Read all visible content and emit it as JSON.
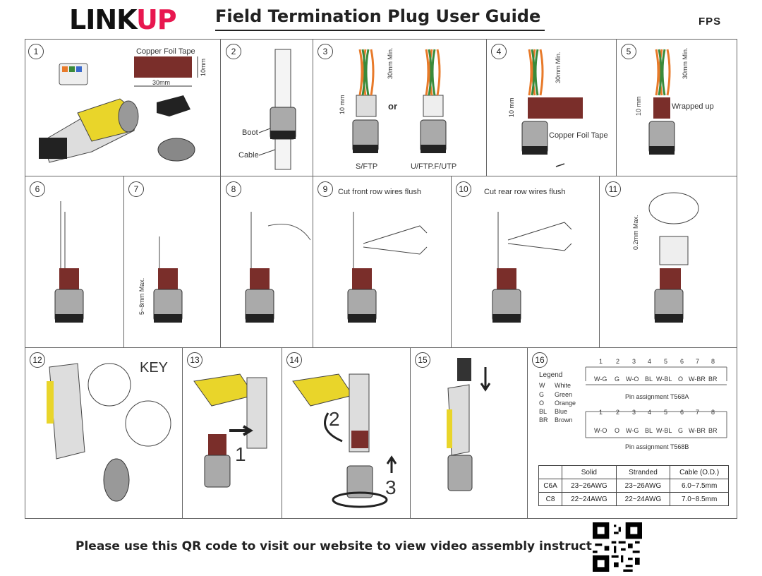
{
  "header": {
    "brand_part1": "LINK",
    "brand_part2": "UP",
    "title": "Field Termination Plug User Guide",
    "code": "FPS"
  },
  "steps": [
    {
      "n": "1",
      "label": "Copper Foil Tape",
      "dim_w": "30mm",
      "dim_h": "10mm"
    },
    {
      "n": "2",
      "boot": "Boot",
      "cable": "Cable"
    },
    {
      "n": "3",
      "left": "S/FTP",
      "or": "or",
      "right": "U/FTP.F/UTP",
      "min": "30mm Min.",
      "ten": "10 mm"
    },
    {
      "n": "4",
      "tape": "Copper Foil Tape",
      "min": "30mm Min.",
      "ten": "10 mm"
    },
    {
      "n": "5",
      "wrapped": "Wrapped  up",
      "min": "30mm Min.",
      "ten": "10 mm"
    },
    {
      "n": "6"
    },
    {
      "n": "7",
      "max": "5~8mm Max."
    },
    {
      "n": "8"
    },
    {
      "n": "9",
      "text": "Cut front row wires flush"
    },
    {
      "n": "10",
      "text": "Cut rear row wires flush"
    },
    {
      "n": "11",
      "max": "0.2mm Max."
    },
    {
      "n": "12",
      "key": "KEY"
    },
    {
      "n": "13",
      "one": "1"
    },
    {
      "n": "14",
      "two": "2",
      "three": "3"
    },
    {
      "n": "15"
    },
    {
      "n": "16"
    }
  ],
  "legend": {
    "title": "Legend",
    "items": [
      {
        "code": "W",
        "name": "White"
      },
      {
        "code": "G",
        "name": "Green"
      },
      {
        "code": "O",
        "name": "Orange"
      },
      {
        "code": "BL",
        "name": "Blue"
      },
      {
        "code": "BR",
        "name": "Brown"
      }
    ]
  },
  "pins": {
    "numbers": [
      "1",
      "2",
      "3",
      "4",
      "5",
      "6",
      "7",
      "8"
    ],
    "t568a": [
      "W-G",
      "G",
      "W-O",
      "BL",
      "W-BL",
      "O",
      "W-BR",
      "BR"
    ],
    "t568a_label": "Pin assignment T568A",
    "t568b": [
      "W-O",
      "O",
      "W-G",
      "BL",
      "W-BL",
      "G",
      "W-BR",
      "BR"
    ],
    "t568b_label": "Pin assignment T568B"
  },
  "spec_table": {
    "headers": [
      "",
      "Solid",
      "Stranded",
      "Cable (O.D.)"
    ],
    "rows": [
      [
        "C6A",
        "23~26AWG",
        "23~26AWG",
        "6.0~7.5mm"
      ],
      [
        "C8",
        "22~24AWG",
        "22~24AWG",
        "7.0~8.5mm"
      ]
    ]
  },
  "footer": {
    "text": "Please use this QR code to visit our website to view video assembly instructions:"
  },
  "colors": {
    "brand": "#e8174f",
    "tape": "#7a2e2a",
    "yellow": "#e9d52a"
  }
}
